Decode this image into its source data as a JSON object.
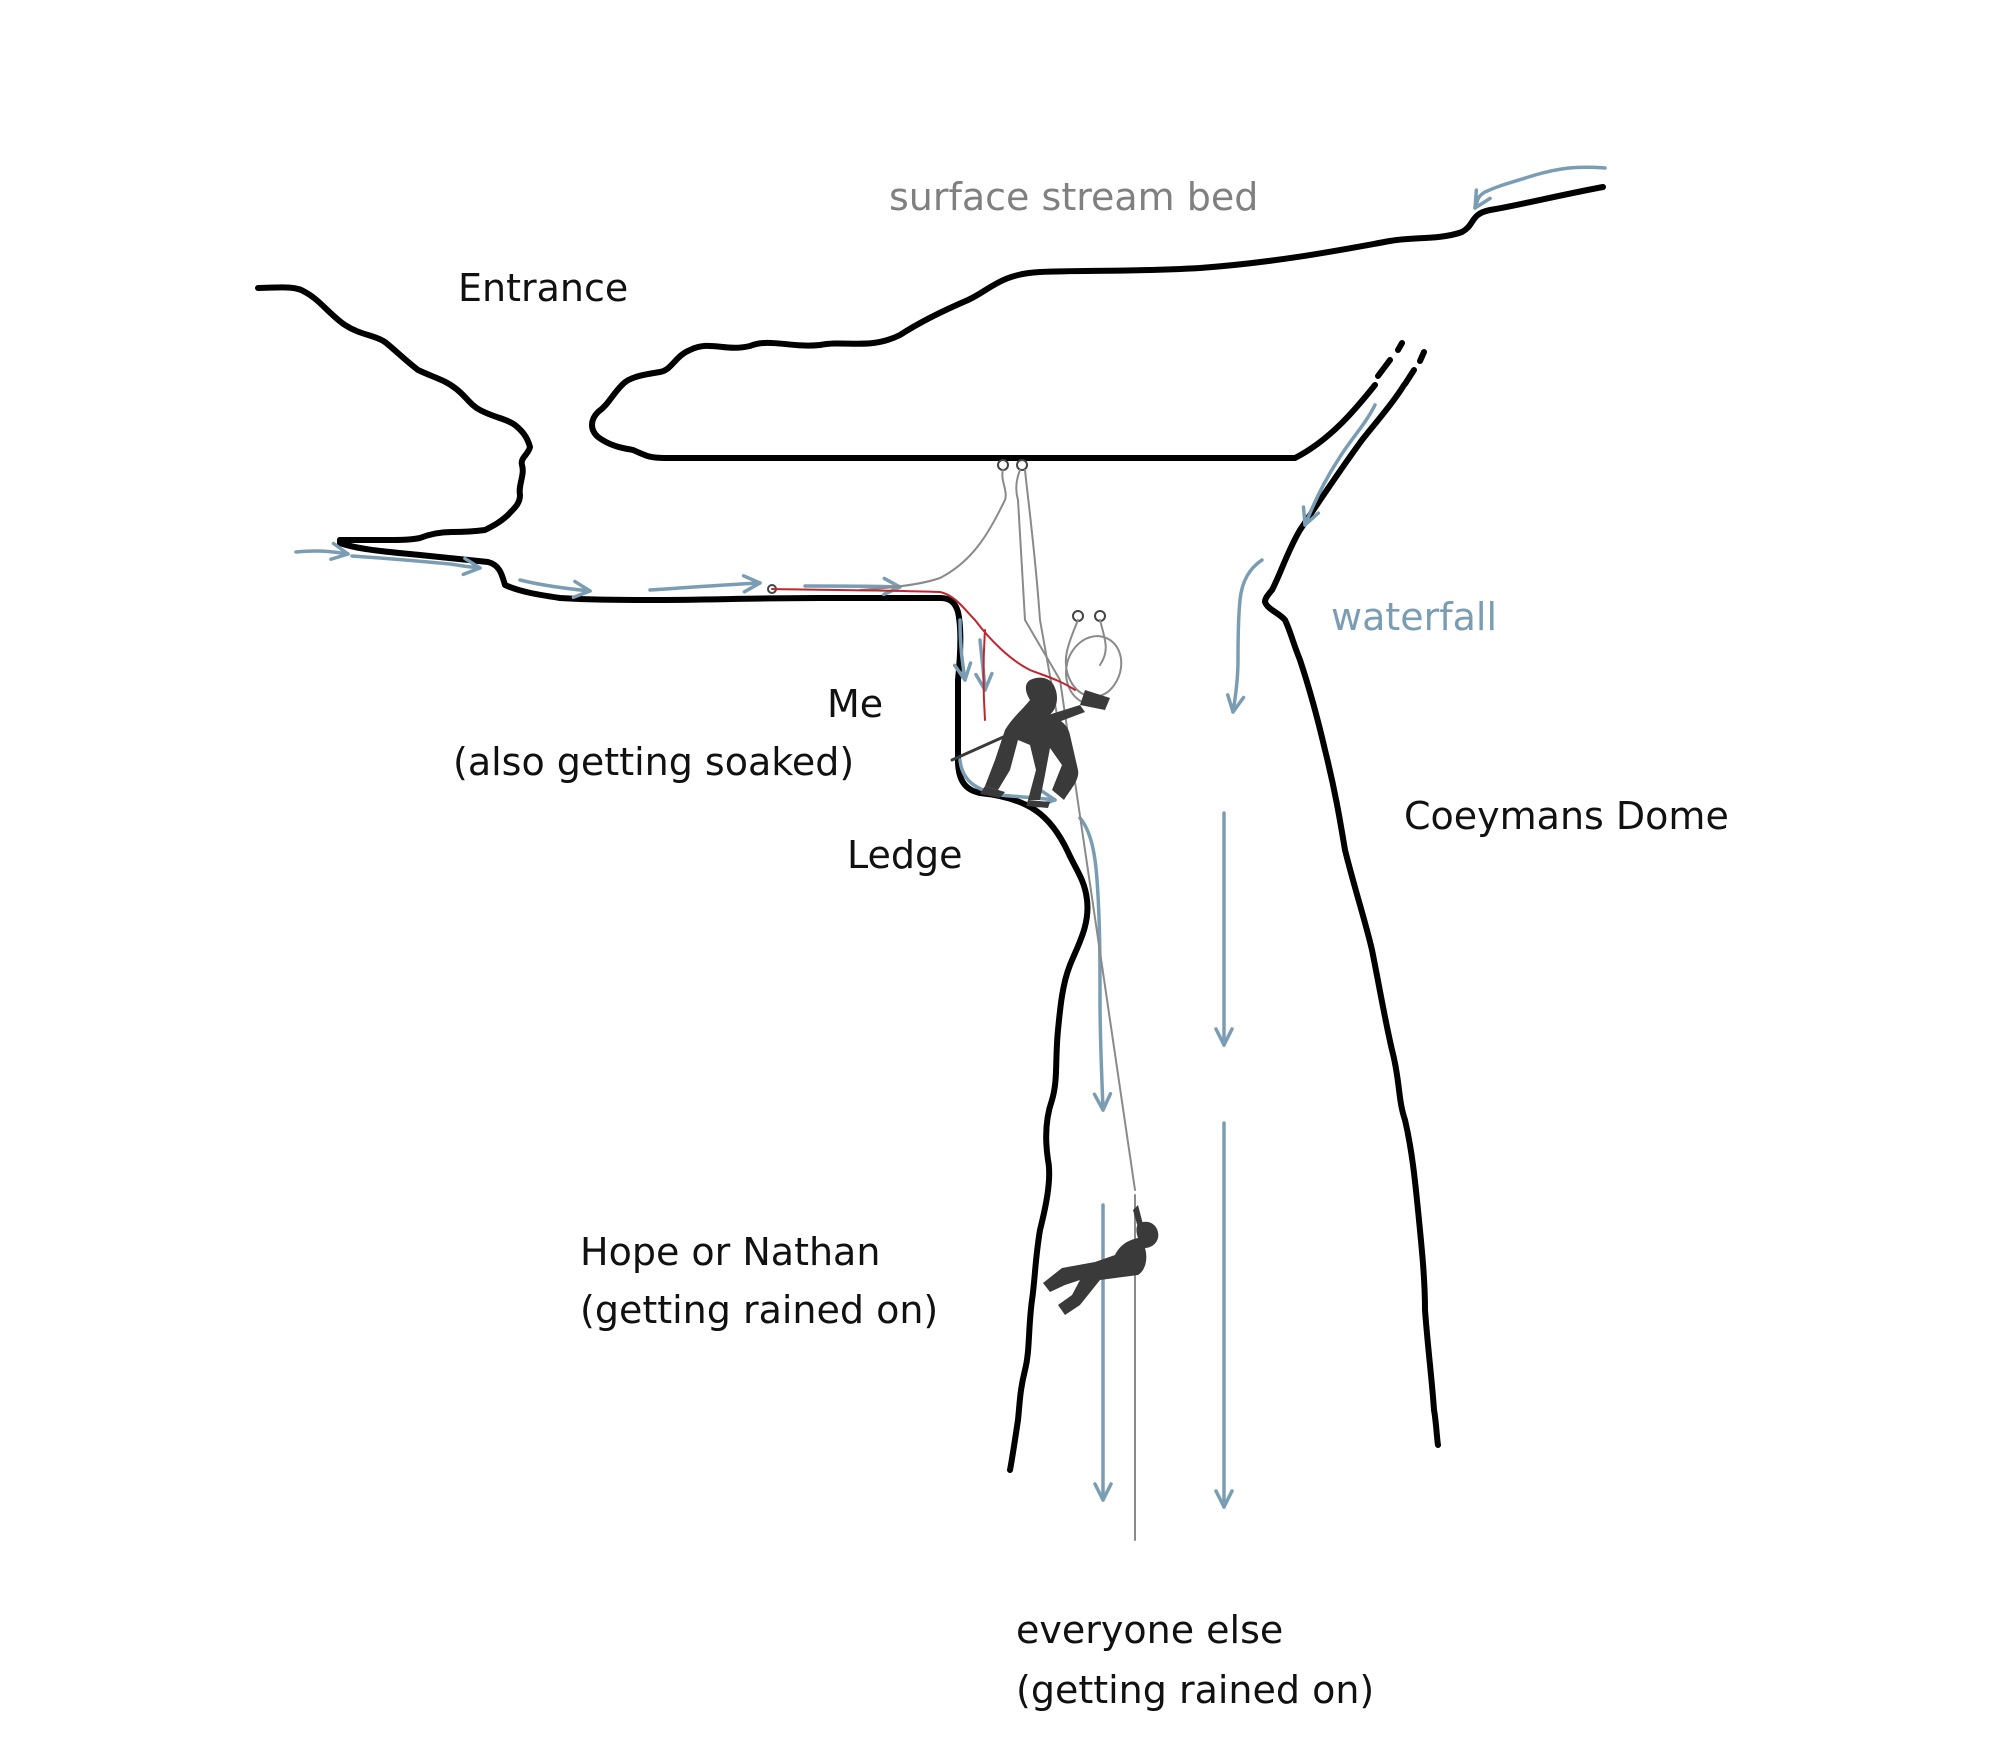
{
  "labels": {
    "surface_stream_bed": "surface stream bed",
    "entrance": "Entrance",
    "waterfall": "waterfall",
    "me": "Me",
    "me_note": "(also getting soaked)",
    "ledge": "Ledge",
    "coeymans_dome": "Coeymans Dome",
    "hope_or_nathan": "Hope or Nathan",
    "hope_note": "(getting rained on)",
    "everyone_else": "everyone else",
    "everyone_note": "(getting rained on)"
  },
  "colors": {
    "wall": "#000000",
    "water": "#7b9db3",
    "rope": "#8a8a8a",
    "red_rope": "#c0262d",
    "figure": "#3a3a3a",
    "gray_text": "#808080"
  },
  "icons": {
    "flow_arrow": "water-flow-arrow",
    "anchor": "rope-anchor-ring",
    "person": "person-silhouette"
  }
}
